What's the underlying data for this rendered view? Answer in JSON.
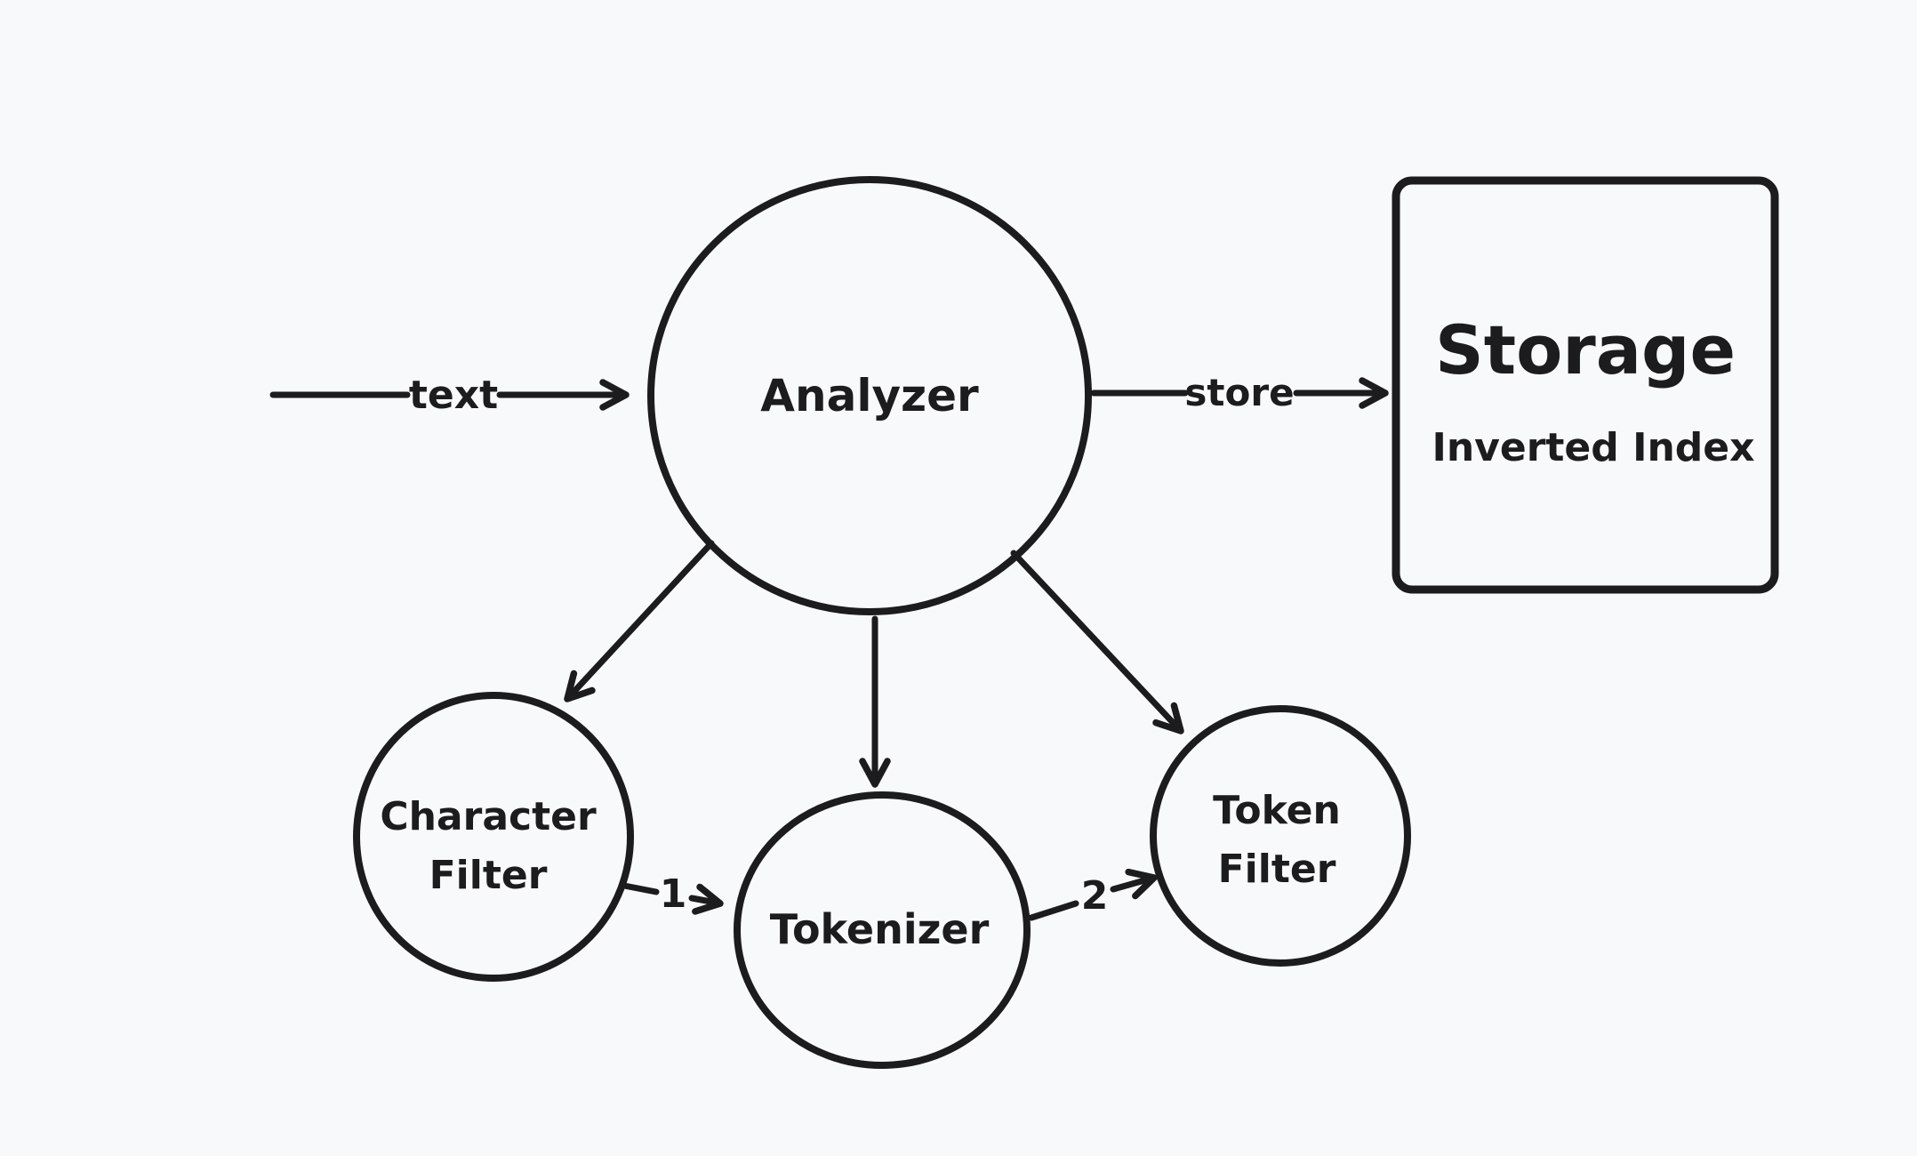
{
  "colors": {
    "background": "#f8f9fa",
    "ink": "#1c1c1e"
  },
  "nodes": {
    "analyzer": {
      "label": "Analyzer",
      "shape": "ellipse"
    },
    "storage": {
      "title": "Storage",
      "subtitle": "Inverted Index",
      "shape": "rounded-rectangle"
    },
    "character_filter": {
      "line1": "Character",
      "line2": "Filter",
      "shape": "circle"
    },
    "tokenizer": {
      "label": "Tokenizer",
      "shape": "circle"
    },
    "token_filter": {
      "line1": "Token",
      "line2": "Filter",
      "shape": "circle"
    }
  },
  "edges": {
    "text_input": {
      "label": "text",
      "from": "external",
      "to": "analyzer"
    },
    "store": {
      "label": "store",
      "from": "analyzer",
      "to": "storage"
    },
    "analyzer_to_character_filter": {
      "from": "analyzer",
      "to": "character_filter"
    },
    "analyzer_to_tokenizer": {
      "from": "analyzer",
      "to": "tokenizer"
    },
    "analyzer_to_token_filter": {
      "from": "analyzer",
      "to": "token_filter"
    },
    "step_1": {
      "label": "1",
      "from": "character_filter",
      "to": "tokenizer"
    },
    "step_2": {
      "label": "2",
      "from": "tokenizer",
      "to": "token_filter"
    }
  }
}
